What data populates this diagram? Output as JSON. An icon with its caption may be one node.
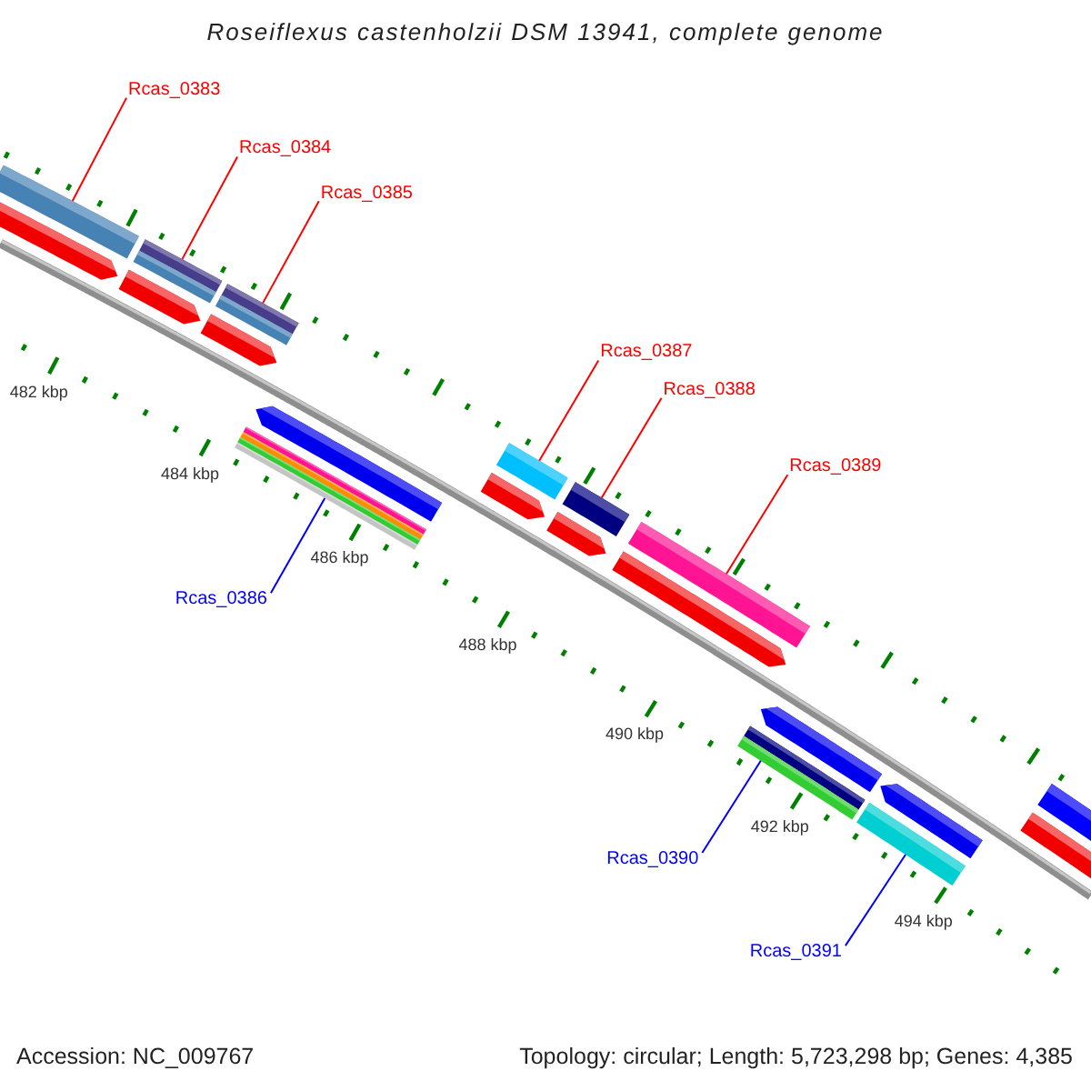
{
  "diagram": {
    "title": "Roseiflexus castenholzii DSM 13941, complete genome",
    "nodes": [
      {
        "text": [
          "Rcas_0383"
        ]
      },
      {
        "text": [],
        "shape": "bar"
      },
      {
        "text": [
          "Rcas_0384"
        ]
      },
      {
        "text": [],
        "shape": "bar"
      },
      {
        "text": [
          "Rcas_0385"
        ]
      },
      {
        "text": [],
        "shape": "bar"
      },
      {
        "text": [
          "Rcas_0386"
        ]
      },
      {
        "text": [],
        "shape": "bar"
      },
      {
        "text": [
          "Rcas_0387"
        ]
      },
      {
        "text": [],
        "shape": "bar"
      },
      {
        "text": [
          "Rcas_0388"
        ]
      },
      {
        "text": [],
        "shape": "bar"
      },
      {
        "text": [
          "Rcas_0389"
        ]
      },
      {
        "text": [],
        "shape": "bar"
      },
      {
        "text": [
          "Rcas_0390"
        ]
      },
      {
        "text": [],
        "shape": "bar"
      },
      {
        "text": [
          "Rcas_0391"
        ]
      },
      {
        "text": [],
        "shape": "bar"
      }
    ],
    "edges": [
      {
        "from": 0,
        "to": 1,
        "arrow": "none"
      },
      {
        "from": 2,
        "to": 3,
        "arrow": "none"
      },
      {
        "from": 4,
        "to": 5,
        "arrow": "none"
      },
      {
        "from": 6,
        "to": 7,
        "arrow": "none",
        "color": "#0000ff"
      },
      {
        "from": 8,
        "to": 9,
        "arrow": "none"
      },
      {
        "from": 10,
        "to": 11,
        "arrow": "none"
      },
      {
        "from": 12,
        "to": 13,
        "arrow": "none"
      },
      {
        "from": 14,
        "to": 15,
        "arrow": "none",
        "color": "#0000ff"
      },
      {
        "from": 16,
        "to": 17,
        "arrow": "none",
        "color": "#0000ff"
      }
    ],
    "labels": [
      "482 kbp",
      "484 kbp",
      "486 kbp",
      "488 kbp",
      "490 kbp",
      "492 kbp",
      "494 kbp",
      "Accession: NC_009767",
      "Topology: circular; Length: 5,723,298 bp; Genes: 4,385"
    ]
  }
}
